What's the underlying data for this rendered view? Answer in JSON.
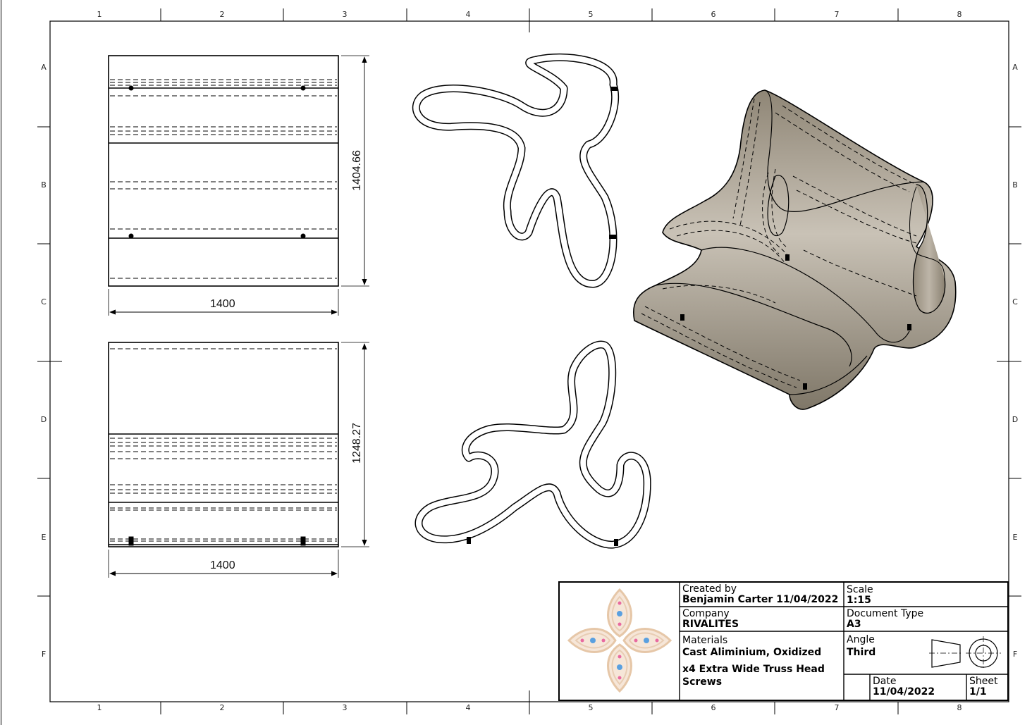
{
  "grid": {
    "columns": [
      "1",
      "2",
      "3",
      "4",
      "5",
      "6",
      "7",
      "8"
    ],
    "rows": [
      "A",
      "B",
      "C",
      "D",
      "E",
      "F"
    ]
  },
  "views": {
    "top_view": {
      "width_dim": "1400",
      "height_dim": "1404.66"
    },
    "front_view": {
      "width_dim": "1400",
      "height_dim": "1248.27"
    }
  },
  "colors": {
    "part_body": "#9c9384",
    "part_edge": "#6e675b",
    "line": "#000000"
  },
  "title_block": {
    "created_by_label": "Created by",
    "created_by_value": "Benjamin Carter 11/04/2022",
    "company_label": "Company",
    "company_value": "RIVALITES",
    "materials_label": "Materials",
    "materials_value_1": "Cast Aliminium, Oxidized",
    "materials_value_2": "x4 Extra Wide Truss Head",
    "materials_value_3": "Screws",
    "scale_label": "Scale",
    "scale_value": "1:15",
    "doctype_label": "Document Type",
    "doctype_value": "A3",
    "angle_label": "Angle",
    "angle_value": "Third",
    "date_label": "Date",
    "date_value": "11/04/2022",
    "sheet_label": "Sheet",
    "sheet_value": "1/1"
  }
}
